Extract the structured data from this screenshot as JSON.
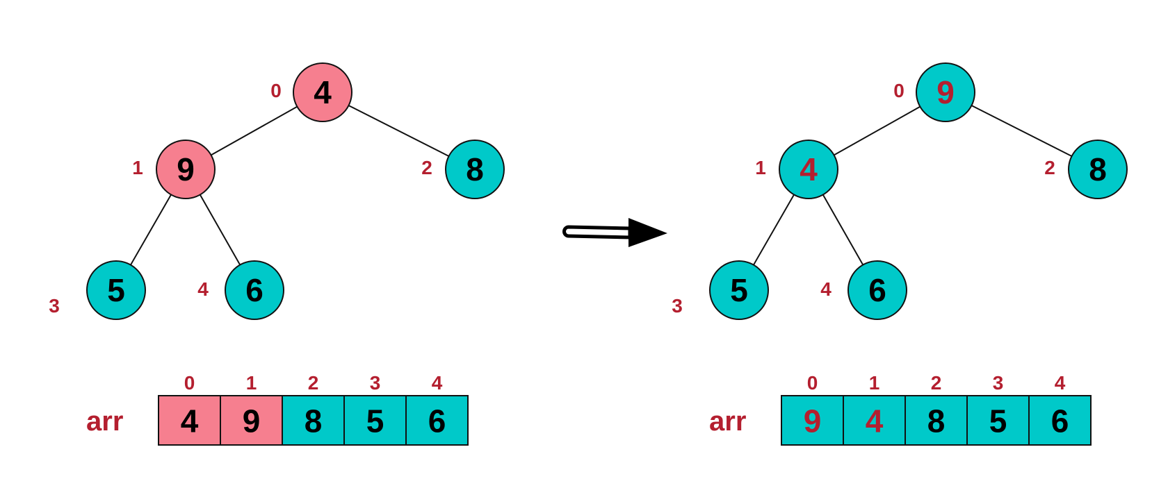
{
  "colors": {
    "pink": "#f67f8f",
    "teal": "#00c9c9",
    "red_text": "#b41f2f",
    "white_text": "#ffffff",
    "line": "#111111"
  },
  "diagrams": [
    {
      "nodes": [
        {
          "index": "0",
          "value": "4",
          "fill": "pink",
          "text": "white"
        },
        {
          "index": "1",
          "value": "9",
          "fill": "pink",
          "text": "white"
        },
        {
          "index": "2",
          "value": "8",
          "fill": "teal",
          "text": "white"
        },
        {
          "index": "3",
          "value": "5",
          "fill": "teal",
          "text": "white"
        },
        {
          "index": "4",
          "value": "6",
          "fill": "teal",
          "text": "white"
        }
      ],
      "array": {
        "label": "arr",
        "cells": [
          {
            "index": "0",
            "value": "4",
            "fill": "pink",
            "text": "white"
          },
          {
            "index": "1",
            "value": "9",
            "fill": "pink",
            "text": "white"
          },
          {
            "index": "2",
            "value": "8",
            "fill": "teal",
            "text": "white"
          },
          {
            "index": "3",
            "value": "5",
            "fill": "teal",
            "text": "white"
          },
          {
            "index": "4",
            "value": "6",
            "fill": "teal",
            "text": "white"
          }
        ]
      }
    },
    {
      "nodes": [
        {
          "index": "0",
          "value": "9",
          "fill": "teal",
          "text": "red_text"
        },
        {
          "index": "1",
          "value": "4",
          "fill": "teal",
          "text": "red_text"
        },
        {
          "index": "2",
          "value": "8",
          "fill": "teal",
          "text": "white"
        },
        {
          "index": "3",
          "value": "5",
          "fill": "teal",
          "text": "white"
        },
        {
          "index": "4",
          "value": "6",
          "fill": "teal",
          "text": "white"
        }
      ],
      "array": {
        "label": "arr",
        "cells": [
          {
            "index": "0",
            "value": "9",
            "fill": "teal",
            "text": "red_text"
          },
          {
            "index": "1",
            "value": "4",
            "fill": "teal",
            "text": "red_text"
          },
          {
            "index": "2",
            "value": "8",
            "fill": "teal",
            "text": "white"
          },
          {
            "index": "3",
            "value": "5",
            "fill": "teal",
            "text": "white"
          },
          {
            "index": "4",
            "value": "6",
            "fill": "teal",
            "text": "white"
          }
        ]
      }
    }
  ],
  "edges": [
    [
      "0",
      "1"
    ],
    [
      "0",
      "2"
    ],
    [
      "1",
      "3"
    ],
    [
      "1",
      "4"
    ]
  ]
}
